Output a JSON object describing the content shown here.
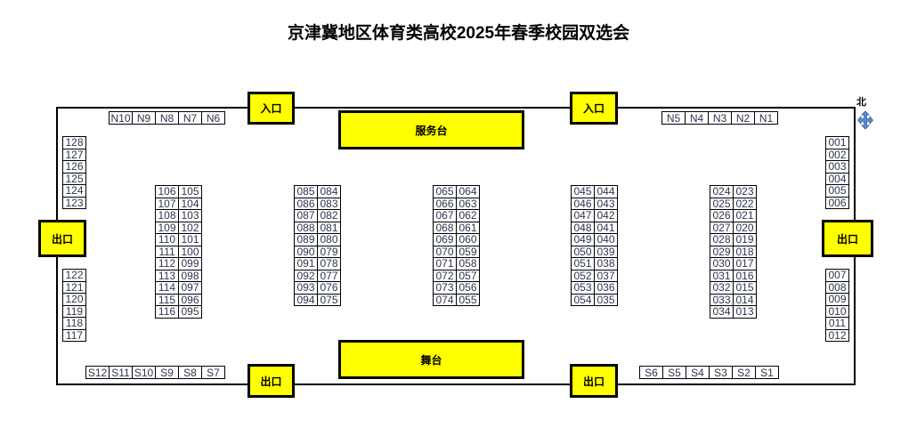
{
  "title": "京津冀地区体育类高校2025年春季校园双选会",
  "compass": {
    "label": "北",
    "icon": "four-way-arrow-icon"
  },
  "entrances": {
    "left_label": "入口",
    "right_label": "入口"
  },
  "exits": {
    "left": "出口",
    "right": "出口",
    "bottom_left": "出口",
    "bottom_right": "出口"
  },
  "service_desk": "服务台",
  "stage": "舞台",
  "colors": {
    "highlight": "#ffff00",
    "booth_text": "#2b3550"
  },
  "booths": {
    "north_left": [
      "N10",
      "N9",
      "N8",
      "N7",
      "N6"
    ],
    "north_right": [
      "N5",
      "N4",
      "N3",
      "N2",
      "N1"
    ],
    "south_left": [
      "S12",
      "S11",
      "S10",
      "S9",
      "S8",
      "S7"
    ],
    "south_right": [
      "S6",
      "S5",
      "S4",
      "S3",
      "S2",
      "S1"
    ],
    "west_top": [
      "128",
      "127",
      "126",
      "125",
      "124",
      "123"
    ],
    "west_bottom": [
      "122",
      "121",
      "120",
      "119",
      "118",
      "117"
    ],
    "east_top": [
      "001",
      "002",
      "003",
      "004",
      "005",
      "006"
    ],
    "east_bottom": [
      "007",
      "008",
      "009",
      "010",
      "011",
      "012"
    ],
    "island_1": {
      "left": [
        "106",
        "107",
        "108",
        "109",
        "110",
        "111",
        "112",
        "113",
        "114",
        "115",
        "116"
      ],
      "right": [
        "105",
        "104",
        "103",
        "102",
        "101",
        "100",
        "099",
        "098",
        "097",
        "096",
        "095"
      ]
    },
    "island_2": {
      "left": [
        "085",
        "086",
        "087",
        "088",
        "089",
        "090",
        "091",
        "092",
        "093",
        "094"
      ],
      "right": [
        "084",
        "083",
        "082",
        "081",
        "080",
        "079",
        "078",
        "077",
        "076",
        "075"
      ]
    },
    "island_3": {
      "left": [
        "065",
        "066",
        "067",
        "068",
        "069",
        "070",
        "071",
        "072",
        "073",
        "074"
      ],
      "right": [
        "064",
        "063",
        "062",
        "061",
        "060",
        "059",
        "058",
        "057",
        "056",
        "055"
      ]
    },
    "island_4": {
      "left": [
        "045",
        "046",
        "047",
        "048",
        "049",
        "050",
        "051",
        "052",
        "053",
        "054"
      ],
      "right": [
        "044",
        "043",
        "042",
        "041",
        "040",
        "039",
        "038",
        "037",
        "036",
        "035"
      ]
    },
    "island_5": {
      "left": [
        "024",
        "025",
        "026",
        "027",
        "028",
        "029",
        "030",
        "031",
        "032",
        "033",
        "034"
      ],
      "right": [
        "023",
        "022",
        "021",
        "020",
        "019",
        "018",
        "017",
        "016",
        "015",
        "014",
        "013"
      ]
    }
  }
}
